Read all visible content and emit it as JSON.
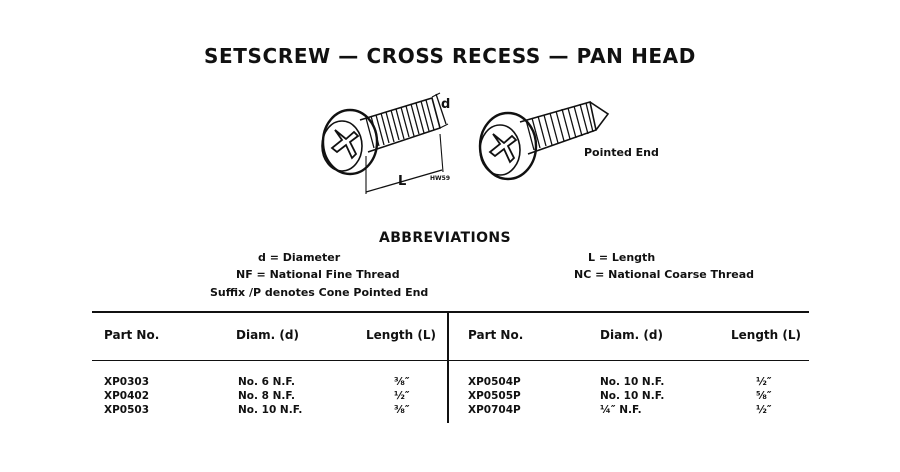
{
  "title": "SETSCREW — CROSS RECESS — PAN HEAD",
  "illustration": {
    "label_d": "d",
    "label_L": "L",
    "label_ref": "HW59",
    "label_pointed": "Pointed End"
  },
  "abbreviations": {
    "heading": "ABBREVIATIONS",
    "d": "d = Diameter",
    "nf": "NF = National Fine Thread",
    "suffix": "Suffix /P denotes Cone Pointed End",
    "l": "L = Length",
    "nc": "NC = National Coarse Thread"
  },
  "table": {
    "headers": [
      "Part No.",
      "Diam. (d)",
      "Length (L)"
    ],
    "left": [
      {
        "part": "XP0303",
        "diam": "No. 6 N.F.",
        "length": "⅜″"
      },
      {
        "part": "XP0402",
        "diam": "No. 8 N.F.",
        "length": "½″"
      },
      {
        "part": "XP0503",
        "diam": "No. 10 N.F.",
        "length": "⅜″"
      }
    ],
    "right": [
      {
        "part": "XP0504P",
        "diam": "No. 10 N.F.",
        "length": "½″"
      },
      {
        "part": "XP0505P",
        "diam": "No. 10 N.F.",
        "length": "⅝″"
      },
      {
        "part": "XP0704P",
        "diam": "¼″ N.F.",
        "length": "½″"
      }
    ]
  }
}
